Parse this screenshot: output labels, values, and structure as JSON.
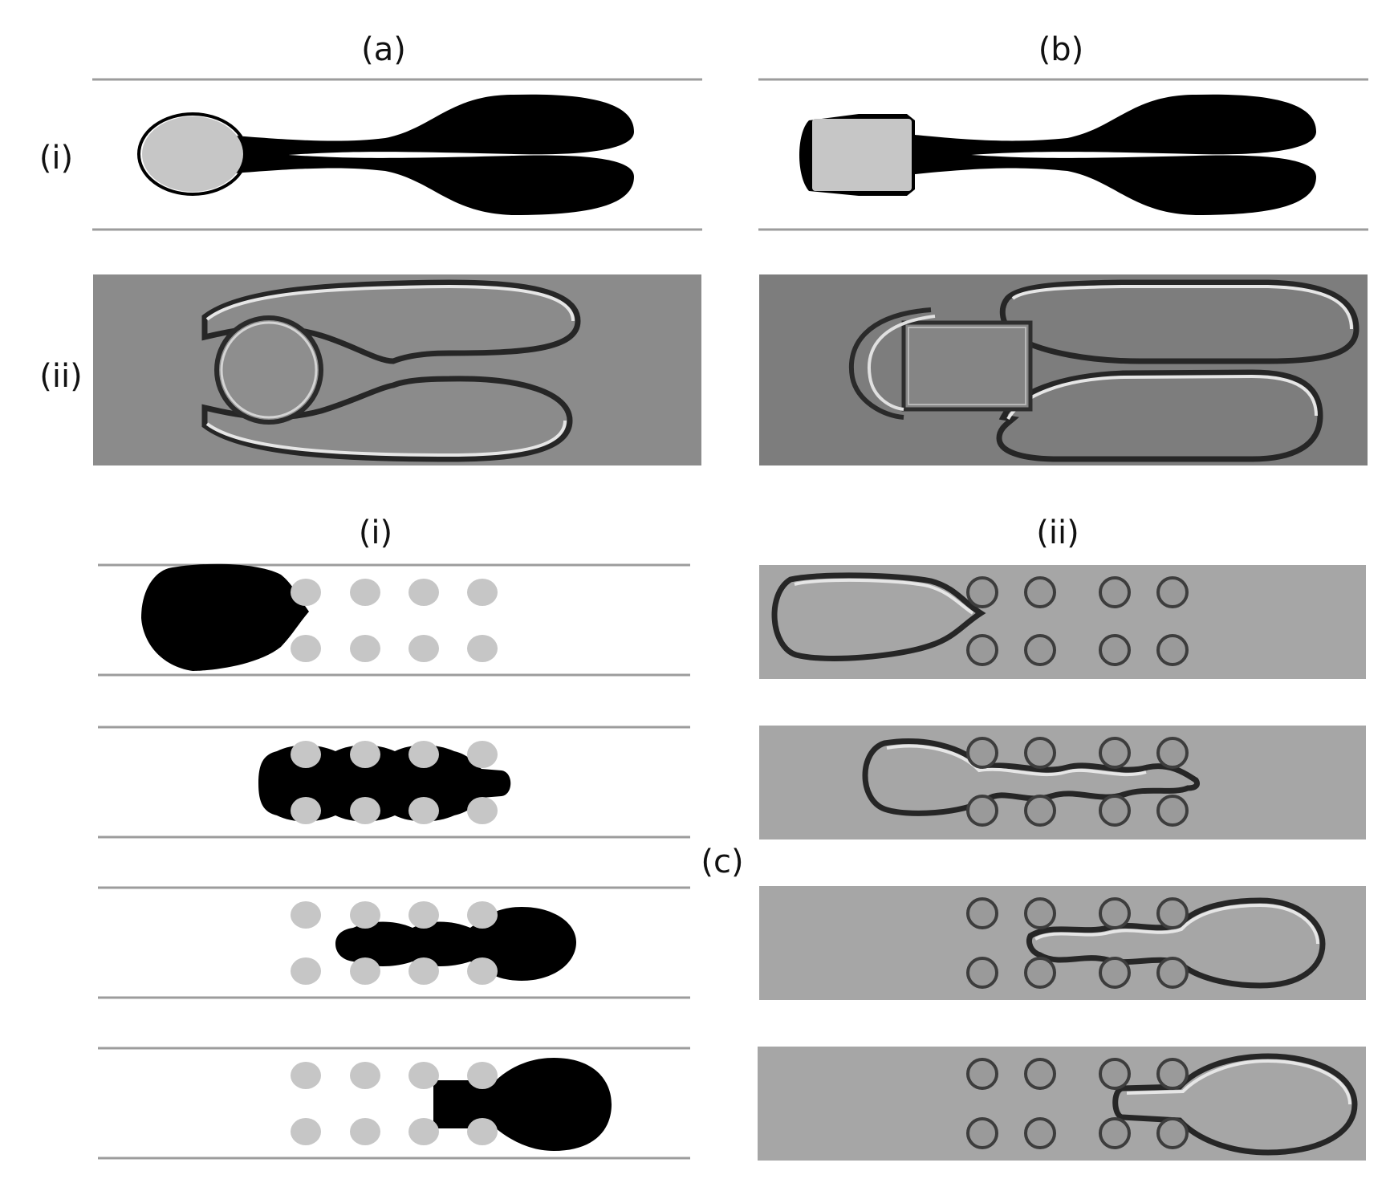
{
  "labels": {
    "panel_a": "(a)",
    "panel_b": "(b)",
    "panel_c": "(c)",
    "row_i": "(i)",
    "row_ii": "(ii)",
    "col_c_i": "(i)",
    "col_c_ii": "(ii)"
  },
  "colors": {
    "simulation_droplet": "#000000",
    "solid_particle": "#c6c6c6",
    "channel_wall": "#9c9c9c",
    "photo_background": "#8b8b8b"
  }
}
